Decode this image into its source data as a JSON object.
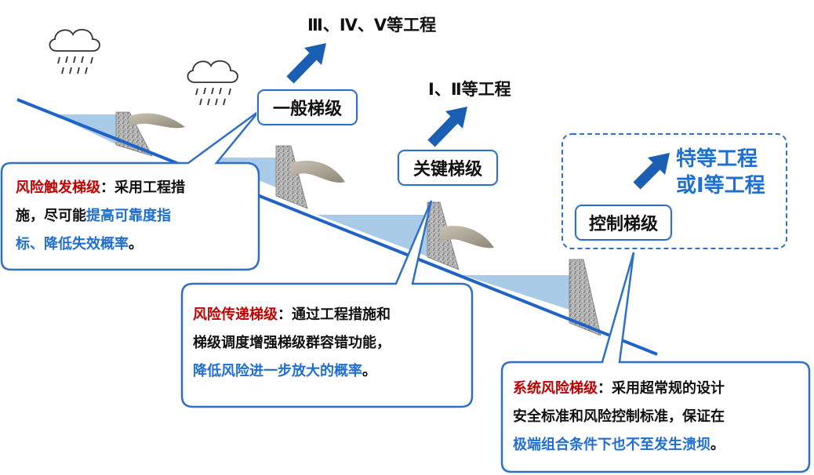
{
  "engineering": {
    "general_eng": "Ⅲ、Ⅳ、Ⅴ等工程",
    "key_eng": "Ⅰ、Ⅱ等工程",
    "control_eng_line1": "特等工程",
    "control_eng_line2": "或Ⅰ等工程"
  },
  "levels": {
    "general": "一般梯级",
    "key": "关键梯级",
    "control": "控制梯级"
  },
  "callouts": {
    "trigger": {
      "title": "风险触发梯级",
      "text1": "：采用工程措",
      "text2": "施，尽可能",
      "highlight1": "提高可靠度指",
      "highlight2": "标、降低失效概率",
      "end": "。"
    },
    "transfer": {
      "title": "风险传递梯级",
      "text1": "：通过工程措施和",
      "text2": "梯级调度增强梯级群容错功能，",
      "highlight": "降低风险进一步放大的概率",
      "end": "。"
    },
    "system": {
      "title": "系统风险梯级",
      "text1": "：采用超常规的设计",
      "text2": "安全标准和风险控制标准，保证在",
      "highlight": "极端组合条件下也不至发生溃坝",
      "end": "。"
    }
  },
  "colors": {
    "river_line": "#1f63c6",
    "water": "#a9cbe8",
    "arrow": "#1a5fb4",
    "box_border": "#2f6fc4",
    "red_title": "#c00000",
    "blue_text": "#1f6fd1"
  }
}
